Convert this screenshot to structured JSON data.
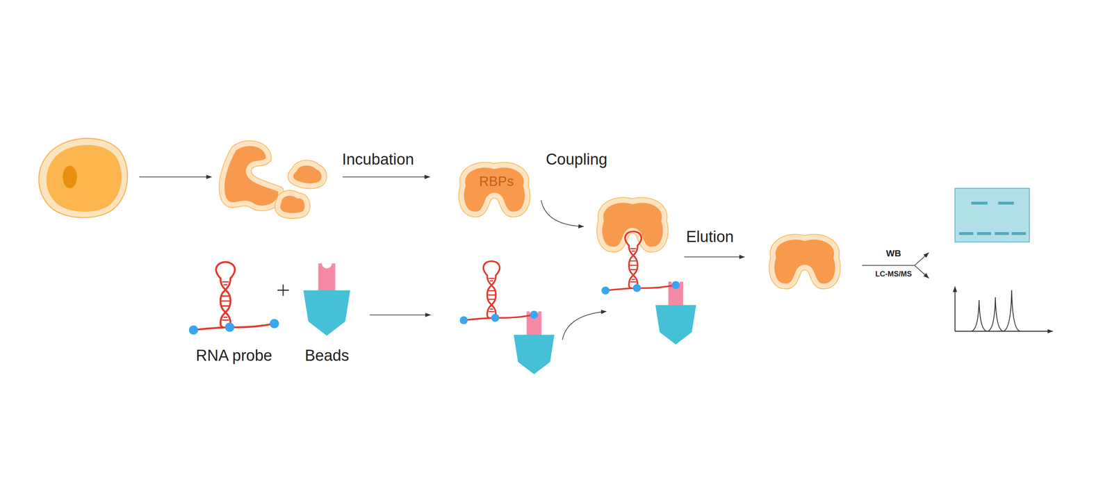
{
  "diagram": {
    "nodes": [
      {
        "text": [
          "RBPs"
        ]
      },
      {
        "text": [
          "RNA probe"
        ]
      },
      {
        "text": [
          "Beads"
        ]
      }
    ],
    "labels": [
      "Incubation",
      "Coupling",
      "Elution",
      "WB",
      "LC-MS/MS"
    ]
  }
}
